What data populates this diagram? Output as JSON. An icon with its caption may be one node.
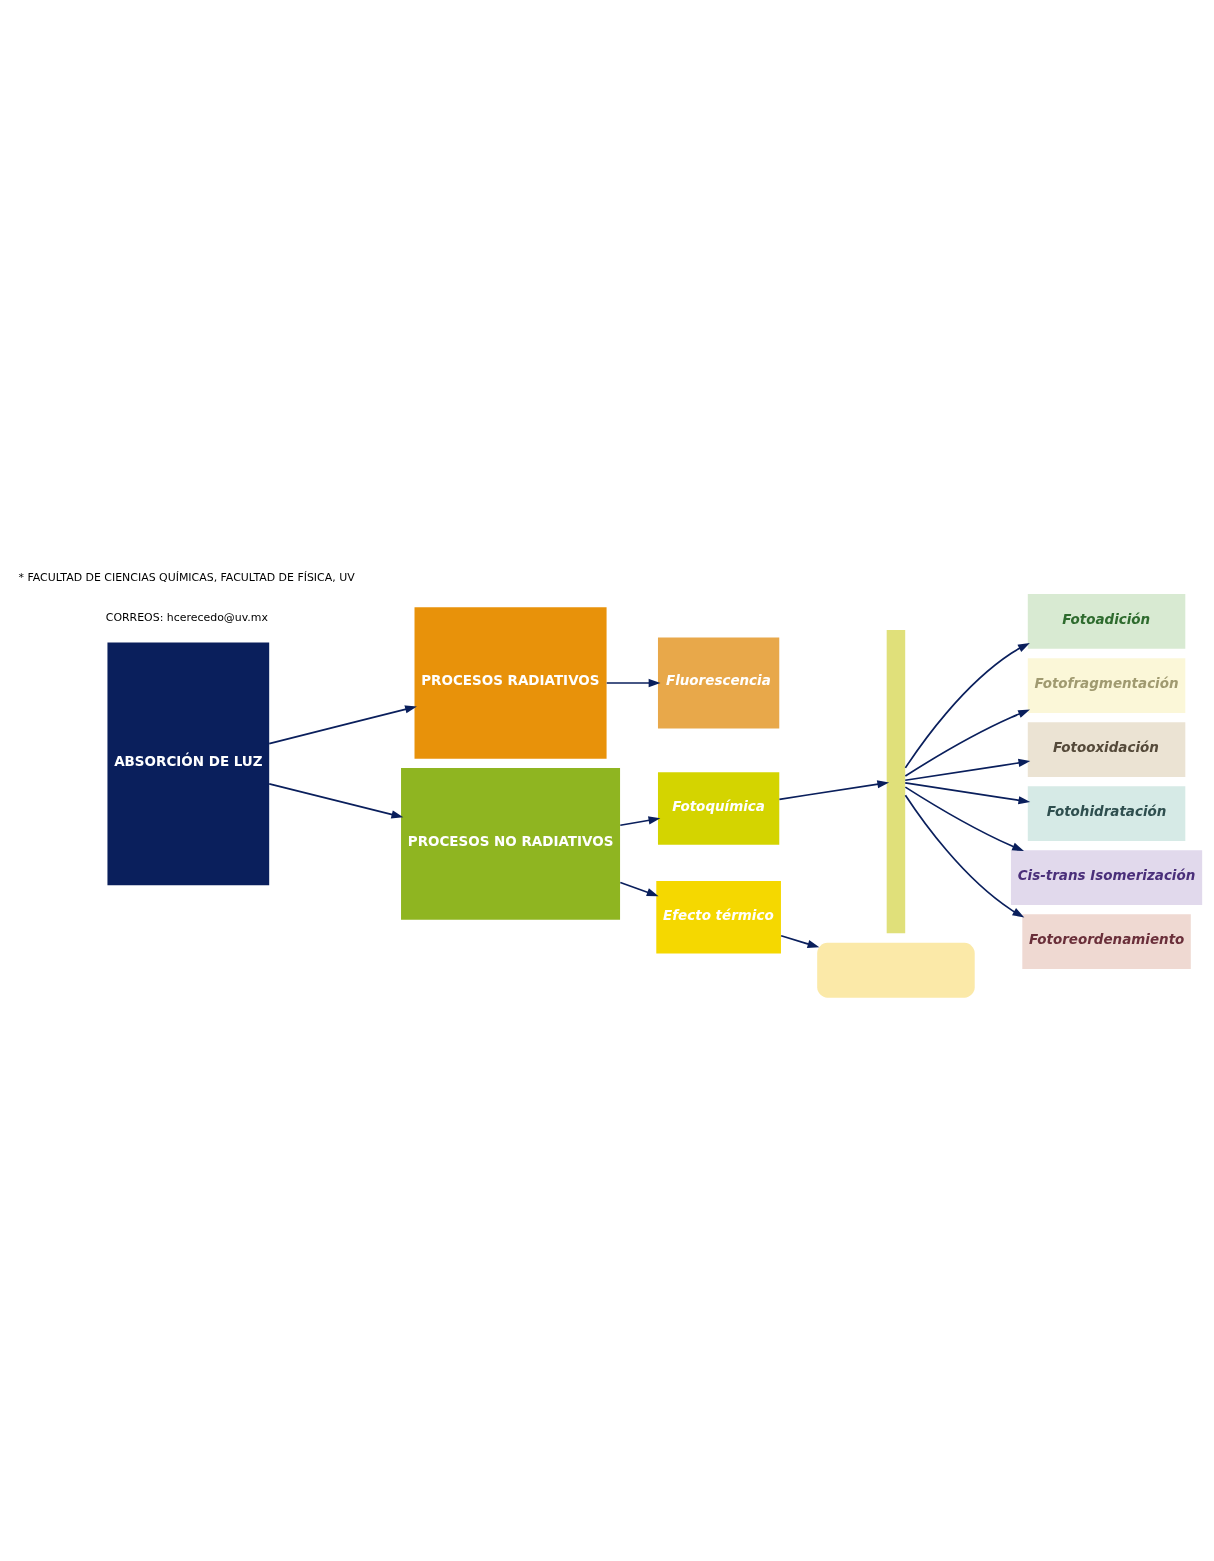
{
  "diagram": {
    "nodes": [
      {
        "text": [
          "ABSORCIÓN DE LUZ"
        ]
      },
      {
        "text": [
          "PROCESOS RADIATIVOS"
        ]
      },
      {
        "text": [
          "PROCESOS NO RADIATIVOS"
        ]
      },
      {
        "text": [
          "Fluorescencia"
        ]
      },
      {
        "text": [
          "Fotoquímica"
        ]
      },
      {
        "text": [
          "Efecto térmico"
        ]
      },
      {
        "text": [],
        "shape": "bar"
      },
      {
        "text": [
          "Fotoadición"
        ]
      },
      {
        "text": [
          "Fotofragmentación"
        ]
      },
      {
        "text": [
          "Fotooxidación"
        ]
      },
      {
        "text": [
          "Fotohidratación"
        ]
      },
      {
        "text": [
          "Cis-trans Isomerización"
        ]
      },
      {
        "text": [
          "Fotoreordenamiento"
        ]
      },
      {
        "text": [],
        "shape": "box"
      }
    ],
    "edges": [
      {
        "from": 0,
        "to": 1,
        "arrow": "to"
      },
      {
        "from": 0,
        "to": 2,
        "arrow": "to"
      },
      {
        "from": 1,
        "to": 3,
        "arrow": "to"
      },
      {
        "from": 2,
        "to": 4,
        "arrow": "to"
      },
      {
        "from": 2,
        "to": 5,
        "arrow": "to"
      },
      {
        "from": 4,
        "to": 6,
        "arrow": "to"
      },
      {
        "from": 6,
        "to": 7,
        "arrow": "to"
      },
      {
        "from": 6,
        "to": 8,
        "arrow": "to"
      },
      {
        "from": 6,
        "to": 9,
        "arrow": "to"
      },
      {
        "from": 6,
        "to": 10,
        "arrow": "to"
      },
      {
        "from": 6,
        "to": 11,
        "arrow": "to"
      },
      {
        "from": 6,
        "to": 12,
        "arrow": "to"
      },
      {
        "from": 5,
        "to": 13,
        "arrow": "to"
      }
    ],
    "labels": [
      "* FACULTAD DE CIENCIAS QUÍMICAS, FACULTAD DE FÍSICA, UV",
      "CORREOS: hcerecedo@uv.mx"
    ]
  }
}
